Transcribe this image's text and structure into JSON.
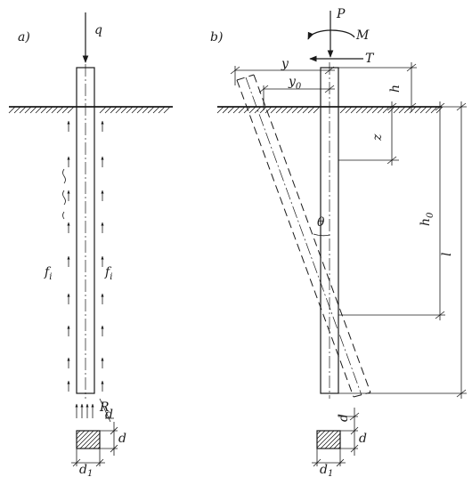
{
  "panel_a": {
    "label": "a)",
    "load": "q",
    "friction_left": "f",
    "friction_left_sub": "i",
    "friction_right": "f",
    "friction_right_sub": "i",
    "reaction": "R",
    "section_depth": "d",
    "section_width": "d",
    "section_width_sub": "1"
  },
  "panel_b": {
    "label": "b)",
    "force_vertical": "P",
    "moment": "M",
    "force_horizontal": "T",
    "top_deflection": "y",
    "ground_deflection": "y",
    "ground_deflection_sub": "0",
    "free_length": "h",
    "depth": "z",
    "rotation_depth": "h",
    "rotation_depth_sub": "0",
    "embedded_length": "l",
    "tilt_angle": "θ",
    "section_depth": "d",
    "section_width": "d",
    "section_width_sub": "1"
  }
}
